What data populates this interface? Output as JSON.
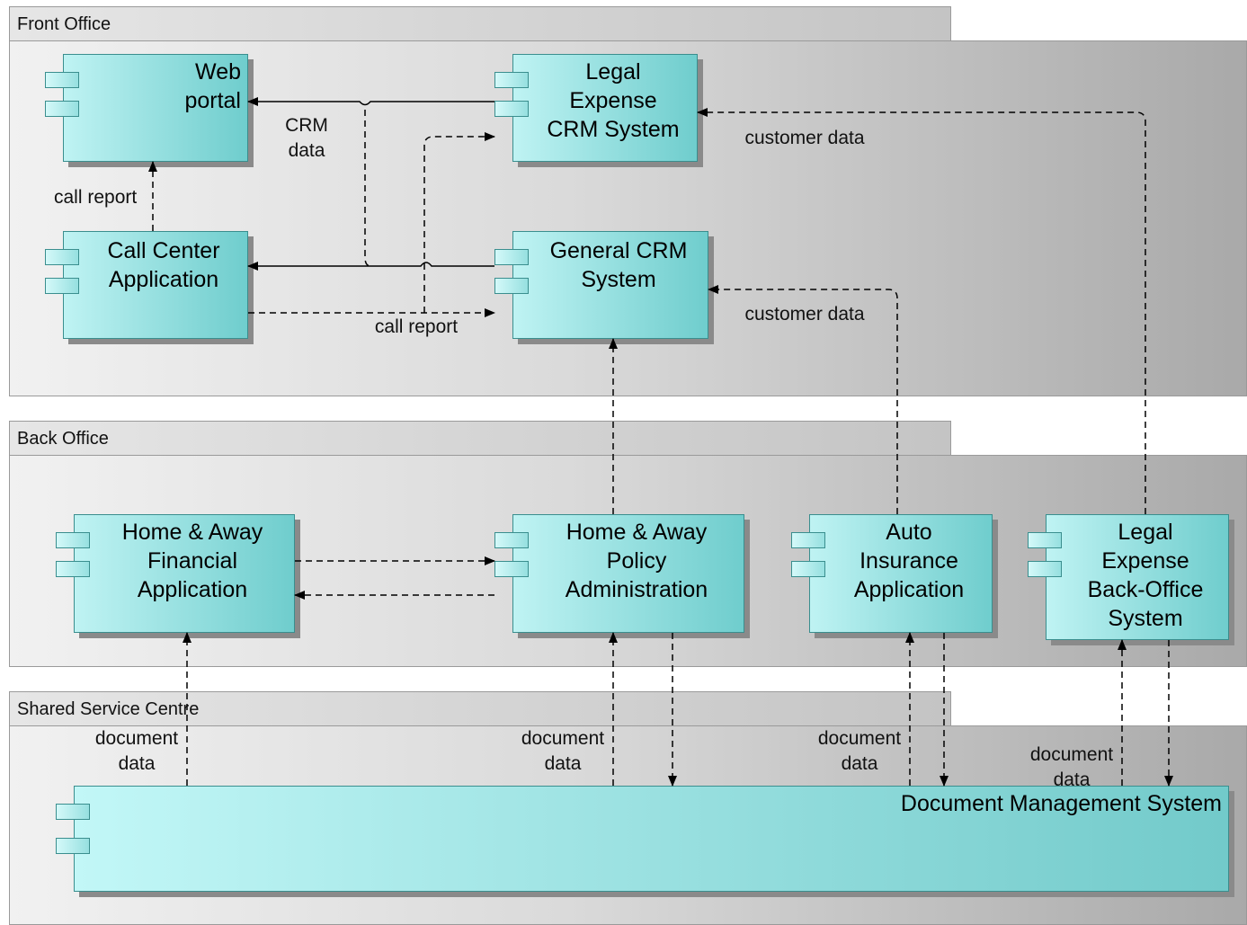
{
  "groups": {
    "front": "Front Office",
    "back": "Back Office",
    "shared": "Shared Service Centre"
  },
  "components": {
    "web_portal": "Web\nportal",
    "legal_crm": "Legal\nExpense\nCRM System",
    "call_center": "Call Center\nApplication",
    "general_crm": "General CRM\nSystem",
    "ha_financial": "Home & Away\nFinancial\nApplication",
    "ha_policy": "Home & Away\nPolicy\nAdministration",
    "auto_insurance": "Auto\nInsurance\nApplication",
    "legal_backoffice": "Legal\nExpense\nBack-Office\nSystem",
    "dms": "Document Management System"
  },
  "edge_labels": {
    "crm_data": "CRM\ndata",
    "call_report_1": "call report",
    "call_report_2": "call report",
    "customer_data_1": "customer data",
    "customer_data_2": "customer data",
    "document_data_1": "document\ndata",
    "document_data_2": "document\ndata",
    "document_data_3": "document\ndata",
    "document_data_4": "document\ndata"
  },
  "colors": {
    "component_fill": "#8fdfdf",
    "component_border": "#3a8e8e",
    "group_fill": "#d0d0d0"
  }
}
